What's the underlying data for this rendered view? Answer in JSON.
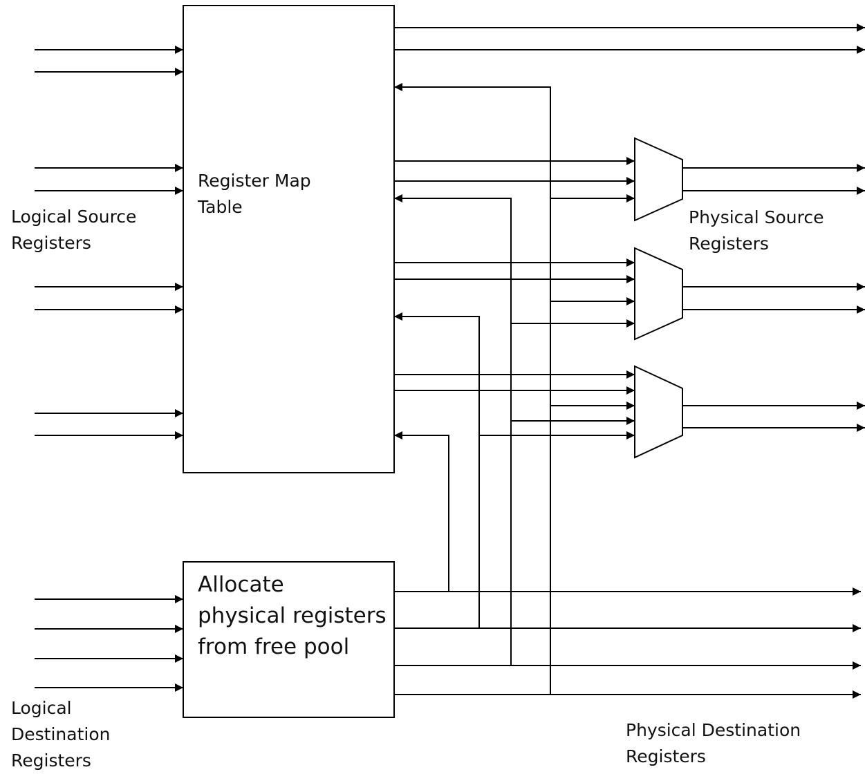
{
  "labels": {
    "register_map_table": "Register Map\nTable",
    "allocate": "Allocate\nphysical registers\nfrom free pool",
    "logical_source": "Logical Source\nRegisters",
    "physical_source": "Physical Source\nRegisters",
    "logical_destination": "Logical\nDestination\nRegisters",
    "physical_destination": "Physical Destination\nRegisters"
  },
  "colors": {
    "stroke": "#000000",
    "background": "#ffffff",
    "text": "#111111"
  }
}
